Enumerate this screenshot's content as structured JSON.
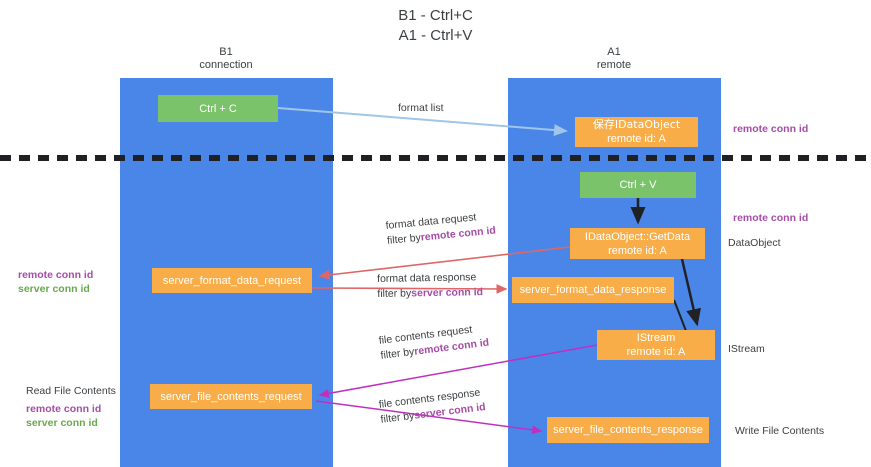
{
  "title": "B1 - Ctrl+C\nA1 - Ctrl+V",
  "title_line1": "B1 - Ctrl+C",
  "title_line2": "A1 - Ctrl+V",
  "lanes": [
    {
      "id": "b1",
      "name": "B1",
      "role": "connection"
    },
    {
      "id": "a1",
      "name": "A1",
      "role": "remote"
    }
  ],
  "boxes": {
    "ctrl_c": "Ctrl + C",
    "ctrl_v": "Ctrl + V",
    "save_idataobject_line1": "保存IDataObject",
    "save_idataobject_line2": "remote id: A",
    "getdata_line1": "IDataObject::GetData",
    "getdata_line2": "remote id: A",
    "istream_line1": "IStream",
    "istream_line2": "remote id: A",
    "server_format_data_request": "server_format_data_request",
    "server_format_data_response": "server_format_data_response",
    "server_file_contents_request": "server_file_contents_request",
    "server_file_contents_response": "server_file_contents_response"
  },
  "flows": {
    "format_list": "format list",
    "format_data_request": "format data request",
    "format_data_request_filter_prefix": "filter by ",
    "format_data_request_filter_key": "remote conn id",
    "format_data_response": "format data response",
    "format_data_response_filter_prefix": "filter by ",
    "format_data_response_filter_key": "server conn id",
    "file_contents_request": "file contents request",
    "file_contents_request_filter_prefix": "filter by ",
    "file_contents_request_filter_key": "remote conn id",
    "file_contents_response": "file contents response",
    "file_contents_response_filter_prefix": "filter by ",
    "file_contents_response_filter_key": "server conn id"
  },
  "annotations": {
    "remote_conn_id": "remote conn id",
    "server_conn_id": "server conn id",
    "dataobject": "DataObject",
    "istream": "IStream",
    "read_file_contents": "Read File Contents",
    "write_file_contents": "Write File Contents"
  },
  "colors": {
    "lane": "#4a86e8",
    "box_orange": "#f8ad48",
    "box_green": "#7ac36a",
    "purple": "#a64ca6",
    "green_text": "#6aa84f",
    "arrow_blue": "#9fc5e8",
    "arrow_red": "#e06666",
    "arrow_magenta": "#c030c0",
    "arrow_black": "#202124",
    "text": "#3c4043"
  }
}
